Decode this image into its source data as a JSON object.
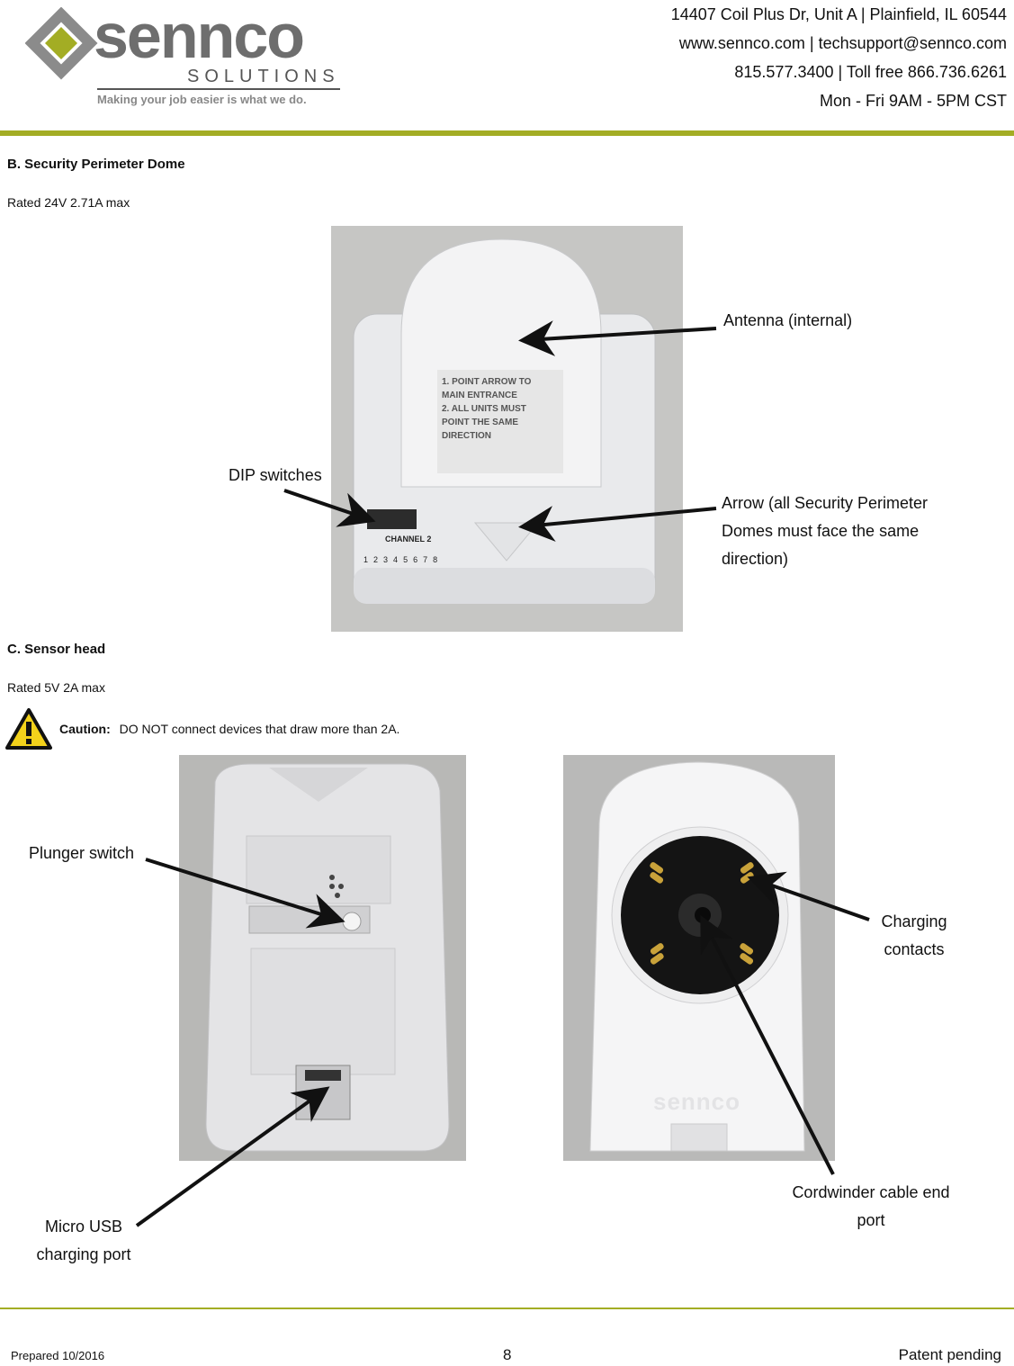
{
  "header": {
    "logo_name": "sennco",
    "logo_sub": "SOLUTIONS",
    "tagline": "Making your job easier is what we do.",
    "contact_lines": [
      "14407 Coil Plus Dr, Unit A | Plainfield, IL 60544",
      "www.sennco.com | techsupport@sennco.com",
      "815.577.3400 | Toll free 866.736.6261",
      "Mon - Fri 9AM - 5PM CST"
    ],
    "accent_color": "#a3ad24"
  },
  "section_b": {
    "title": "B.  Security Perimeter Dome",
    "rating": "Rated 24V 2.71A max",
    "callouts": {
      "antenna": "Antenna (internal)",
      "dip": "DIP switches",
      "arrow_lines": [
        "Arrow (all Security Perimeter",
        "Domes must face the same",
        "direction)"
      ]
    },
    "device_label_lines": [
      "1. POINT ARROW TO",
      "MAIN ENTRANCE",
      "2. ALL UNITS MUST",
      "POINT THE SAME",
      "DIRECTION"
    ],
    "channel_label": "CHANNEL 2",
    "channel_numbers": [
      "1",
      "2",
      "3",
      "4",
      "5",
      "6",
      "7",
      "8"
    ]
  },
  "section_c": {
    "title": "C.  Sensor head",
    "rating": "Rated 5V 2A max",
    "caution_label": "Caution:",
    "caution_text": "DO NOT connect devices that draw more than 2A.",
    "callouts": {
      "plunger": "Plunger switch",
      "usb_lines": [
        "Micro USB",
        "charging port"
      ],
      "charging_lines": [
        "Charging",
        "contacts"
      ],
      "cordwinder_lines": [
        "Cordwinder cable end",
        "port"
      ]
    },
    "device_brand": "sennco"
  },
  "footer": {
    "prepared": "Prepared 10/2016",
    "page": "8",
    "patent": "Patent pending"
  }
}
